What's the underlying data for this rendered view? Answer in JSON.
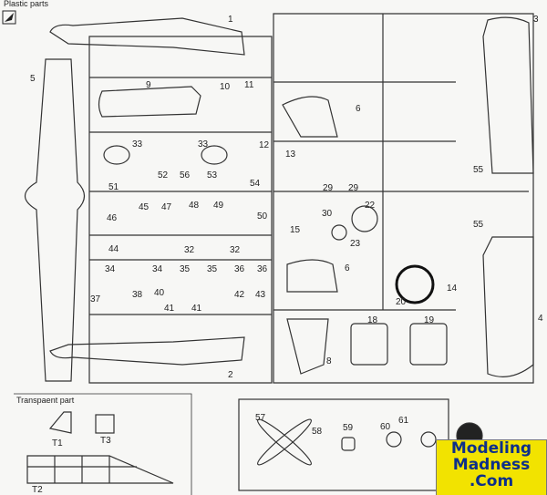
{
  "headers": {
    "plastic": "Plastic parts",
    "transparent": "Transpaent part"
  },
  "parts": [
    "1",
    "2",
    "3",
    "4",
    "5",
    "6",
    "6",
    "8",
    "9",
    "10",
    "11",
    "12",
    "13",
    "14",
    "15",
    "18",
    "19",
    "20",
    "22",
    "23",
    "29",
    "29",
    "30",
    "32",
    "32",
    "33",
    "33",
    "34",
    "34",
    "35",
    "35",
    "36",
    "36",
    "37",
    "38",
    "40",
    "41",
    "41",
    "42",
    "43",
    "44",
    "45",
    "46",
    "47",
    "48",
    "49",
    "50",
    "51",
    "52",
    "53",
    "54",
    "55",
    "55",
    "56",
    "57",
    "58",
    "59",
    "60",
    "61"
  ],
  "transparent_parts": [
    "T1",
    "T2",
    "T3"
  ],
  "watermark": {
    "line1": "Modeling",
    "line2": "Madness",
    "line3": ".Com"
  }
}
